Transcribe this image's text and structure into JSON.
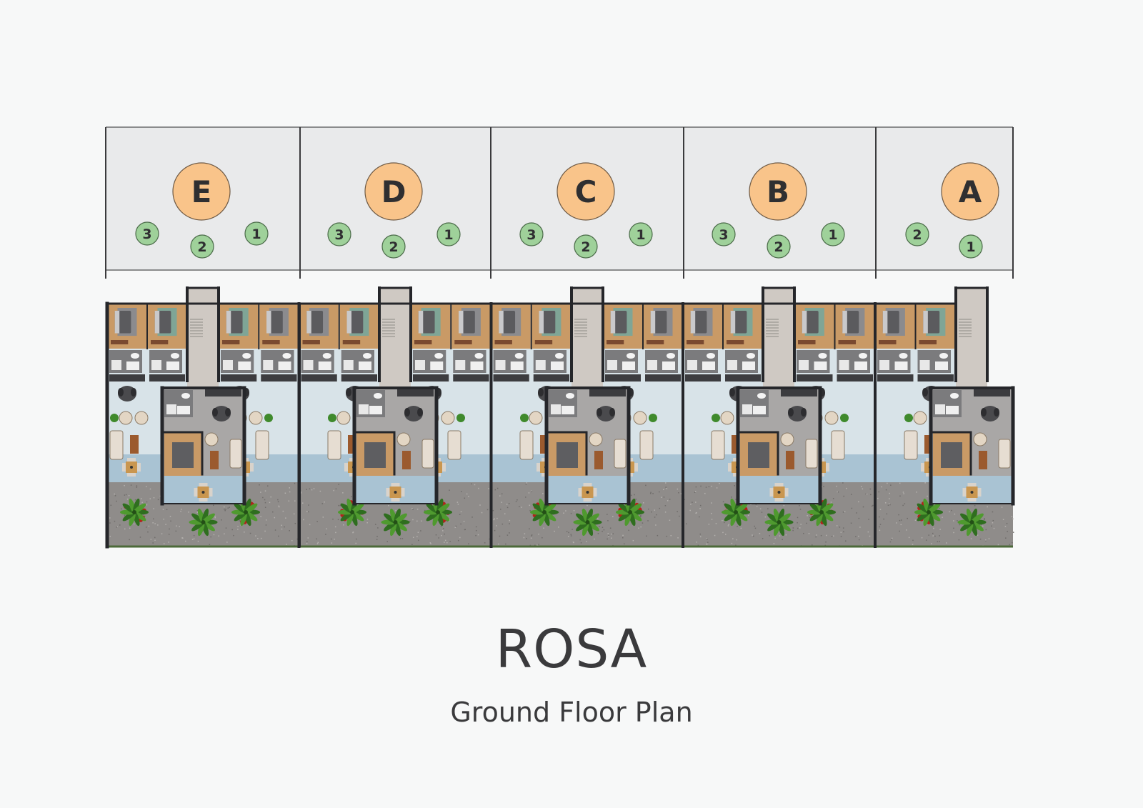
{
  "title": "ROSA",
  "subtitle": "Ground Floor Plan",
  "colors": {
    "strip_fill": "#e9eaeb",
    "strip_line": "#8a8b8c",
    "divider": "#3a3a3c",
    "block_badge": "#f9c48a",
    "unit_badge": "#9fd19a",
    "badge_text": "#2f2f31",
    "wall": "#25262a",
    "wood_floor": "#c99a66",
    "tile_floor": "#d8e3e8",
    "grey_floor": "#a9a7a6",
    "bath_floor": "#7b7b7d",
    "terrace": "#a9c3d3",
    "gravel": "#8f8c8a",
    "stair": "#cfc9c3",
    "plant": "#3f8a2c",
    "flower": "#b3221c"
  },
  "blocks": [
    {
      "label": "E",
      "units": [
        "3",
        "2",
        "1"
      ]
    },
    {
      "label": "D",
      "units": [
        "3",
        "2",
        "1"
      ]
    },
    {
      "label": "C",
      "units": [
        "3",
        "2",
        "1"
      ]
    },
    {
      "label": "B",
      "units": [
        "3",
        "2",
        "1"
      ]
    },
    {
      "label": "A",
      "units": [
        "2",
        "1"
      ]
    }
  ]
}
